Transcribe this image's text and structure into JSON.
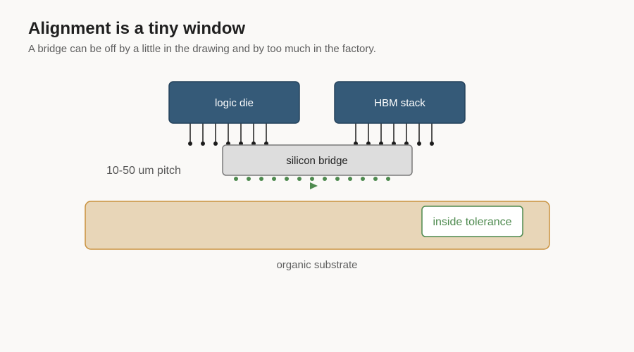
{
  "header": {
    "title": "Alignment is a tiny window",
    "subtitle": "A bridge can be off by a little in the drawing and by too much in the factory."
  },
  "diagram": {
    "logic_die_label": "logic die",
    "hbm_stack_label": "HBM stack",
    "bridge_label": "silicon bridge",
    "pitch_label": "10-50 um pitch",
    "tolerance_label": "inside tolerance",
    "substrate_label": "organic substrate",
    "bump_counts": {
      "logic_die": 7,
      "hbm_stack": 7,
      "bridge_bottom": 13
    }
  },
  "colors": {
    "die_fill": "#355a78",
    "die_stroke": "#24425b",
    "bridge_fill": "#dddddd",
    "bridge_stroke": "#7a7a7a",
    "substrate_fill": "#e8d6b8",
    "substrate_stroke": "#c9923f",
    "tolerance_green": "#4e8a4f",
    "bump_dark": "#1c1c1c"
  }
}
